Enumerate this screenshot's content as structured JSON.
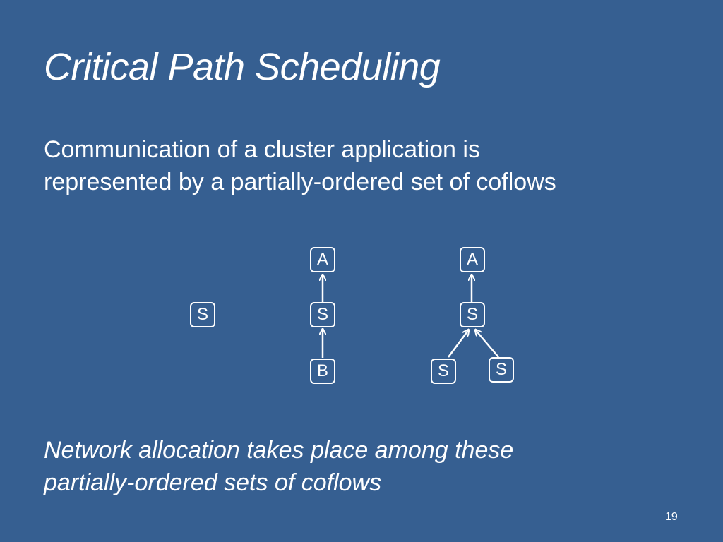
{
  "slide": {
    "title": "Critical Path Scheduling",
    "body_lines": [
      "Communication of a cluster application is",
      "represented by a partially-ordered set of coflows"
    ],
    "footer_lines": [
      "Network allocation takes place among these",
      "partially-ordered sets of coflows"
    ],
    "page_number": "19"
  },
  "diagram": {
    "graphs": [
      {
        "nodes": [
          {
            "id": "g1-s",
            "label": "S"
          }
        ],
        "edges": []
      },
      {
        "nodes": [
          {
            "id": "g2-a",
            "label": "A"
          },
          {
            "id": "g2-s",
            "label": "S"
          },
          {
            "id": "g2-b",
            "label": "B"
          }
        ],
        "edges": [
          {
            "from": "g2-s",
            "to": "g2-a"
          },
          {
            "from": "g2-b",
            "to": "g2-s"
          }
        ]
      },
      {
        "nodes": [
          {
            "id": "g3-a",
            "label": "A"
          },
          {
            "id": "g3-s-mid",
            "label": "S"
          },
          {
            "id": "g3-s-left",
            "label": "S"
          },
          {
            "id": "g3-s-right",
            "label": "S"
          }
        ],
        "edges": [
          {
            "from": "g3-s-mid",
            "to": "g3-a"
          },
          {
            "from": "g3-s-left",
            "to": "g3-s-mid"
          },
          {
            "from": "g3-s-right",
            "to": "g3-s-mid"
          }
        ]
      }
    ]
  },
  "colors": {
    "background": "#365f91",
    "foreground": "#ffffff"
  }
}
